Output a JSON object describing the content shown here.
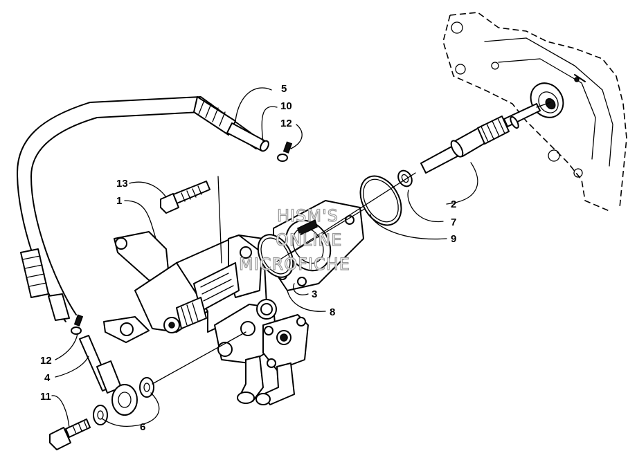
{
  "diagram": {
    "part_numbers": [
      "1",
      "2",
      "3",
      "4",
      "5",
      "6",
      "7",
      "8",
      "9",
      "10",
      "11",
      "12",
      "13"
    ],
    "callouts": [
      {
        "id": "c5",
        "label": "5"
      },
      {
        "id": "c10",
        "label": "10"
      },
      {
        "id": "c12a",
        "label": "12"
      },
      {
        "id": "c13",
        "label": "13"
      },
      {
        "id": "c1",
        "label": "1"
      },
      {
        "id": "c2",
        "label": "2"
      },
      {
        "id": "c7",
        "label": "7"
      },
      {
        "id": "c9",
        "label": "9"
      },
      {
        "id": "c3",
        "label": "3"
      },
      {
        "id": "c8",
        "label": "8"
      },
      {
        "id": "c12b",
        "label": "12"
      },
      {
        "id": "c4",
        "label": "4"
      },
      {
        "id": "c11",
        "label": "11"
      },
      {
        "id": "c6",
        "label": "6"
      }
    ]
  },
  "watermark": {
    "line1": "HISM'S",
    "line2": "ONLINE",
    "line3": "MICROFICHE"
  }
}
